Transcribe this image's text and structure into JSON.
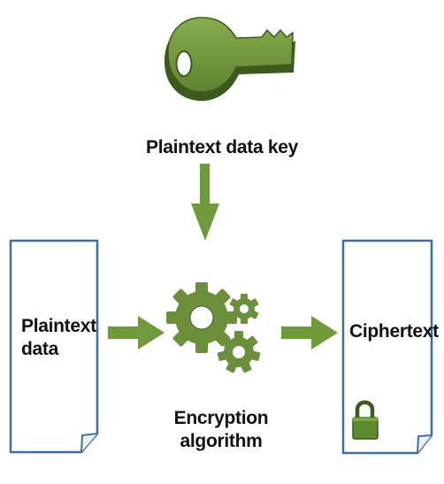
{
  "key": {
    "label": "Plaintext data key",
    "icon": "key-icon",
    "color": "#6b8f3b"
  },
  "plaintext": {
    "label_line1": "Plaintext",
    "label_line2": "data",
    "icon": "document-icon"
  },
  "algorithm": {
    "label_line1": "Encryption",
    "label_line2": "algorithm",
    "icon": "gears-icon"
  },
  "ciphertext": {
    "label": "Ciphertext",
    "icon": "document-icon",
    "lock_icon": "padlock-icon"
  },
  "colors": {
    "accent_green": "#6b8f3b",
    "dark_green": "#3c5a1e",
    "doc_border": "#3a6ea5"
  }
}
